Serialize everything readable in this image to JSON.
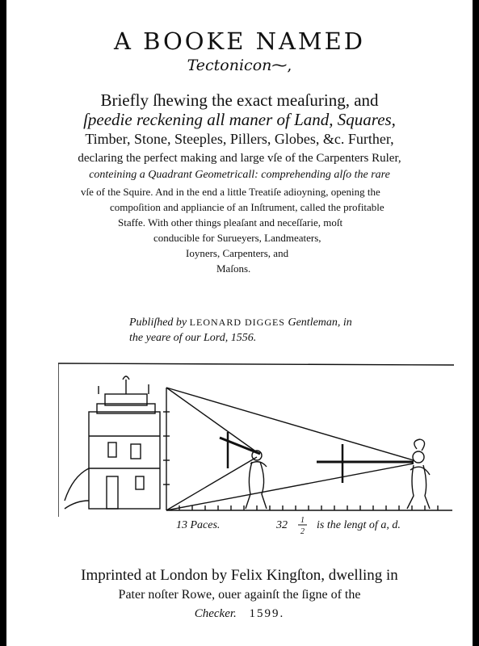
{
  "title": "A BOOKE NAMED",
  "subtitle": "Tectonicon",
  "lines": [
    "Briefly ſhewing the exact meaſuring, and",
    "ſpeedie reckening all maner of Land, Squares,",
    "Timber, Stone, Steeples, Pillers, Globes, &c. Further,",
    "declaring the perfect making and large vſe of the Carpenters Ruler,",
    "conteining a Quadrant Geometricall: comprehending alſo the rare",
    "vſe of the Squire. And in the end a little Treatiſe adioyning, opening the",
    "compoſition and appliancie of an Inſtrument, called the profitable",
    "Staffe. With other things pleaſant and neceſſarie, moſt",
    "conducible for Surueyers, Landmeaters,",
    "Ioyners, Carpenters, and",
    "Maſons."
  ],
  "published": {
    "prefix": "Publiſhed by",
    "author": "LEONARD DIGGES",
    "suffix": "Gentleman, in",
    "line2": "the yeare of our Lord, 1556."
  },
  "figure": {
    "label_paces": "13 Paces.",
    "label_measure": "32",
    "label_fraction_num": "1",
    "label_fraction_den": "2",
    "label_rest": "is the lengt of a, d."
  },
  "imprint": {
    "line1": "Imprinted at London by Felix Kingſton, dwelling in",
    "line2": "Pater noſter Rowe, ouer againſt the ſigne of the",
    "line3_italic": "Checker.",
    "year": "1599."
  }
}
